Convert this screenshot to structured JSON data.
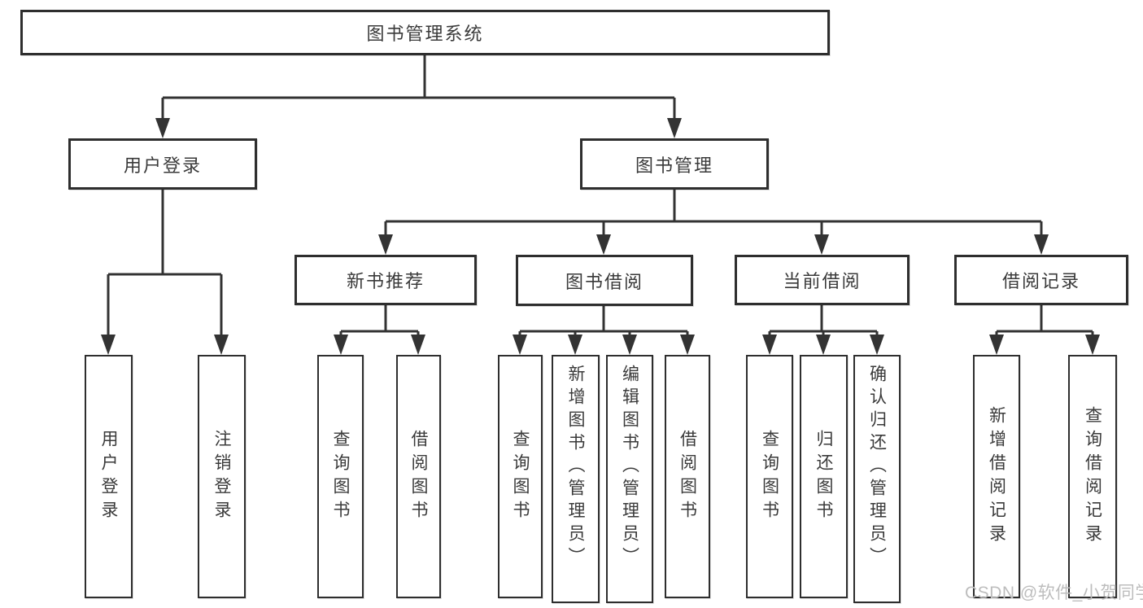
{
  "diagram_type": "hierarchy-tree",
  "colors": {
    "line": "#333333",
    "box_border": "#2e2e2e",
    "box_fill": "#ffffff",
    "text": "#3a3a3a",
    "watermark": "#bdbdbd",
    "background": "#ffffff"
  },
  "tree": {
    "root": {
      "label": "图书管理系统",
      "children": [
        {
          "label": "用户登录",
          "children": [
            {
              "label": "用户登录"
            },
            {
              "label": "注销登录"
            }
          ]
        },
        {
          "label": "图书管理",
          "children": [
            {
              "label": "新书推荐",
              "children": [
                {
                  "label": "查询图书"
                },
                {
                  "label": "借阅图书"
                }
              ]
            },
            {
              "label": "图书借阅",
              "children": [
                {
                  "label": "查询图书"
                },
                {
                  "label": "新增图书（管理员）"
                },
                {
                  "label": "编辑图书（管理员）"
                },
                {
                  "label": "借阅图书"
                }
              ]
            },
            {
              "label": "当前借阅",
              "children": [
                {
                  "label": "查询图书"
                },
                {
                  "label": "归还图书"
                },
                {
                  "label": "确认归还（管理员）"
                }
              ]
            },
            {
              "label": "借阅记录",
              "children": [
                {
                  "label": "新增借阅记录"
                },
                {
                  "label": "查询借阅记录"
                }
              ]
            }
          ]
        }
      ]
    }
  },
  "watermark": {
    "text": "CSDN @软件_小贺同学"
  }
}
